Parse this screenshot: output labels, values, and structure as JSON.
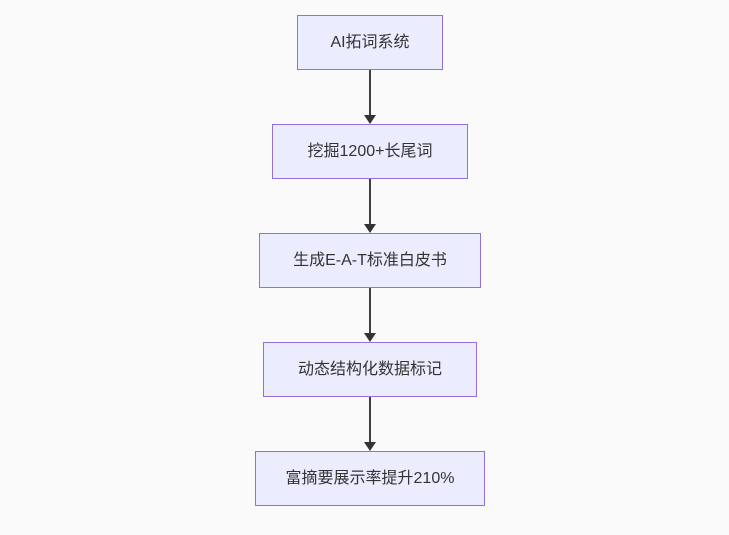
{
  "diagram": {
    "type": "flowchart",
    "direction": "top-down",
    "nodes": [
      {
        "id": "n1",
        "label": "AI拓词系统"
      },
      {
        "id": "n2",
        "label": "挖掘1200+长尾词"
      },
      {
        "id": "n3",
        "label": "生成E-A-T标准白皮书"
      },
      {
        "id": "n4",
        "label": "动态结构化数据标记"
      },
      {
        "id": "n5",
        "label": "富摘要展示率提升210%"
      }
    ],
    "edges": [
      {
        "from": "n1",
        "to": "n2",
        "arrow": "down"
      },
      {
        "from": "n2",
        "to": "n3",
        "arrow": "down"
      },
      {
        "from": "n3",
        "to": "n4",
        "arrow": "down"
      },
      {
        "from": "n4",
        "to": "n5",
        "arrow": "down"
      }
    ],
    "colors": {
      "background": "#FAFAFA",
      "node_fill": "#ECECFF",
      "node_border": "#9370DB",
      "arrow_line": "#404040",
      "arrow_head": "#333333",
      "text": "#333333"
    }
  }
}
